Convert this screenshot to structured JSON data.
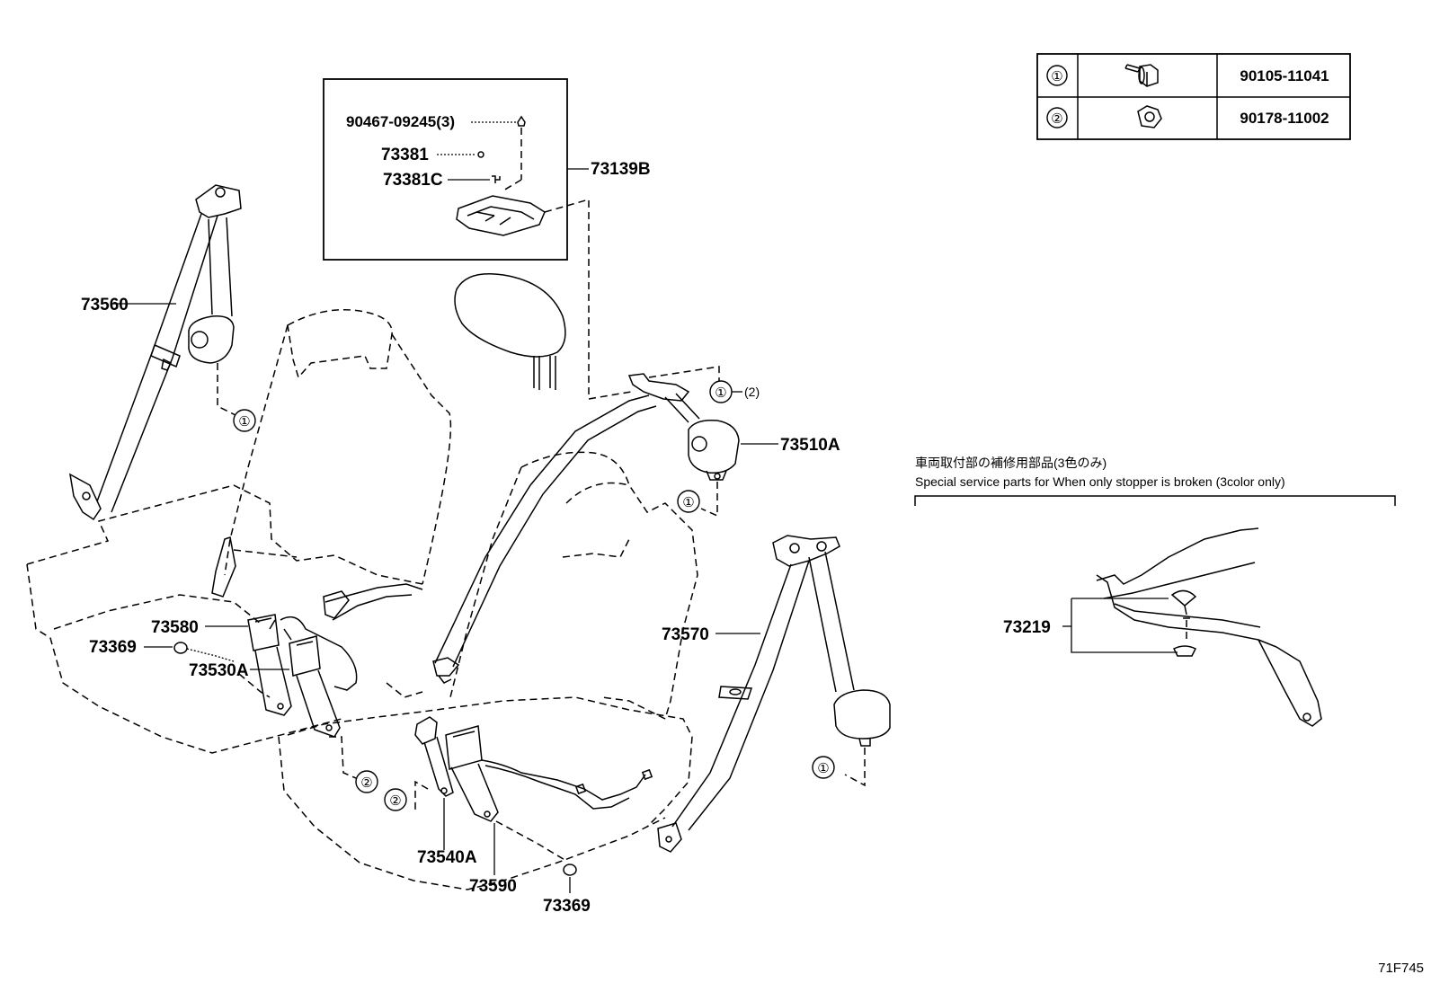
{
  "diagram_code": "71F745",
  "legend": [
    {
      "symbol": "①",
      "part_no": "90105-11041",
      "icon": "flange-bolt-icon"
    },
    {
      "symbol": "②",
      "part_no": "90178-11002",
      "icon": "flange-nut-icon"
    }
  ],
  "inset_box": {
    "callout": "73139B",
    "parts": [
      "90467-09245(3)",
      "73381",
      "73381C"
    ]
  },
  "special_service": {
    "title_jp": "車両取付部の補修用部品(3色のみ)",
    "title_en": "Special service parts for When only stopper is broken (3color only)",
    "part": "73219"
  },
  "labels": {
    "p73560": "73560",
    "p73510A": "73510A",
    "p73570": "73570",
    "p73580": "73580",
    "p73369a": "73369",
    "p73530A": "73530A",
    "p73540A": "73540A",
    "p73590": "73590",
    "p73369b": "73369"
  },
  "fastener_callouts": {
    "c1": "①",
    "c2": "②",
    "qty2": "(2)"
  }
}
